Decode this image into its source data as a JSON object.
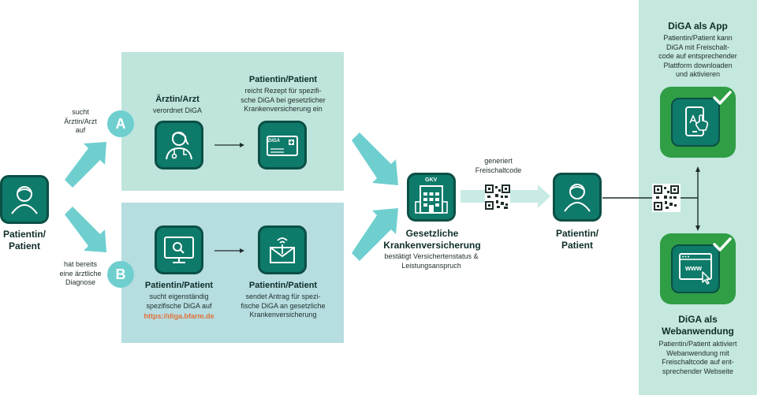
{
  "left": {
    "label": "Patientin/\nPatient"
  },
  "path_a": {
    "letter": "A",
    "condition": "sucht\nÄrztin/Arzt\nauf"
  },
  "path_b": {
    "letter": "B",
    "condition": "hat bereits\neine ärztliche\nDiagnose"
  },
  "panel_a": {
    "doctor_title": "Ärztin/Arzt",
    "doctor_text": "verordnet DiGA",
    "patient_title": "Patientin/Patient",
    "patient_text": "reicht Rezept für spezifi-\nsche DiGA bei gesetzlicher\nKrankenversicherung ein",
    "prescription_label": "DiGA"
  },
  "panel_b": {
    "search_title": "Patientin/Patient",
    "search_text": "sucht eigenständig\nspezifische DiGA auf",
    "search_link": "https://diga.bfarm.de",
    "mail_title": "Patientin/Patient",
    "mail_text": "sendet Antrag für spezi-\nfische DiGA an gesetzliche\nKrankenversicherung"
  },
  "insurance": {
    "building_label": "GKV",
    "title": "Gesetzliche\nKrankenversicherung",
    "text": "bestätigt Versichertenstatus &\nLeistungsanspruch"
  },
  "code": {
    "text": "generiert\nFreischaltcode"
  },
  "patient_mid": {
    "label": "Patientin/\nPatient"
  },
  "app": {
    "title": "DiGA als App",
    "text": "Patientin/Patient kann\nDiGA mit Freischalt-\ncode auf entsprechender\nPlattform downloaden\nund aktivieren"
  },
  "web": {
    "title": "DiGA als\nWebanwendung",
    "text": "Patientin/Patient aktiviert\nWebanwendung mit\nFreischaltcode auf ent-\nsprechender Webseite",
    "www_label": "www"
  },
  "colors": {
    "teal": "#0e7a6a",
    "arrow": "#6fcfcf",
    "green": "#2f9e44",
    "link": "#e0703a"
  }
}
